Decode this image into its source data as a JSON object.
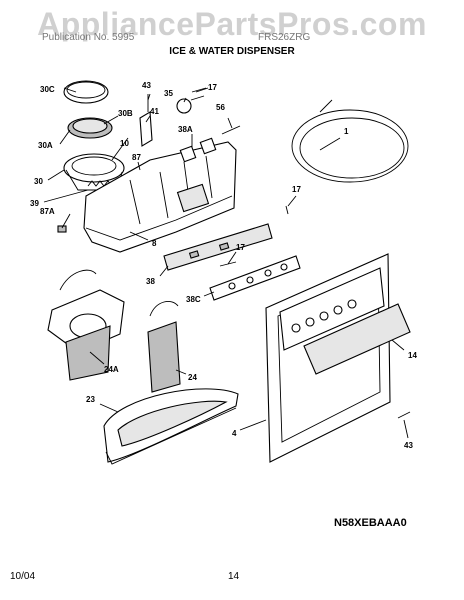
{
  "watermark": "AppliancePartsPros.com",
  "header": {
    "left": "Publication No. 5995",
    "right": "FRS26ZRG"
  },
  "title": "ICE & WATER DISPENSER",
  "model_code": "N58XEBAAA0",
  "footer": {
    "date": "10/04",
    "page": "14"
  },
  "callouts": {
    "c1": "1",
    "c4": "4",
    "c8": "8",
    "c10": "10",
    "c14": "14",
    "c17a": "17",
    "c17b": "17",
    "c17c": "17",
    "c23": "23",
    "c24": "24",
    "c24a": "24A",
    "c30": "30",
    "c30a": "30A",
    "c30b": "30B",
    "c30c": "30C",
    "c35": "35",
    "c38": "38",
    "c38a": "38A",
    "c38c": "38C",
    "c39": "39",
    "c41": "41",
    "c43a": "43",
    "c43b": "43",
    "c56": "56",
    "c87": "87",
    "c87a": "87A"
  }
}
